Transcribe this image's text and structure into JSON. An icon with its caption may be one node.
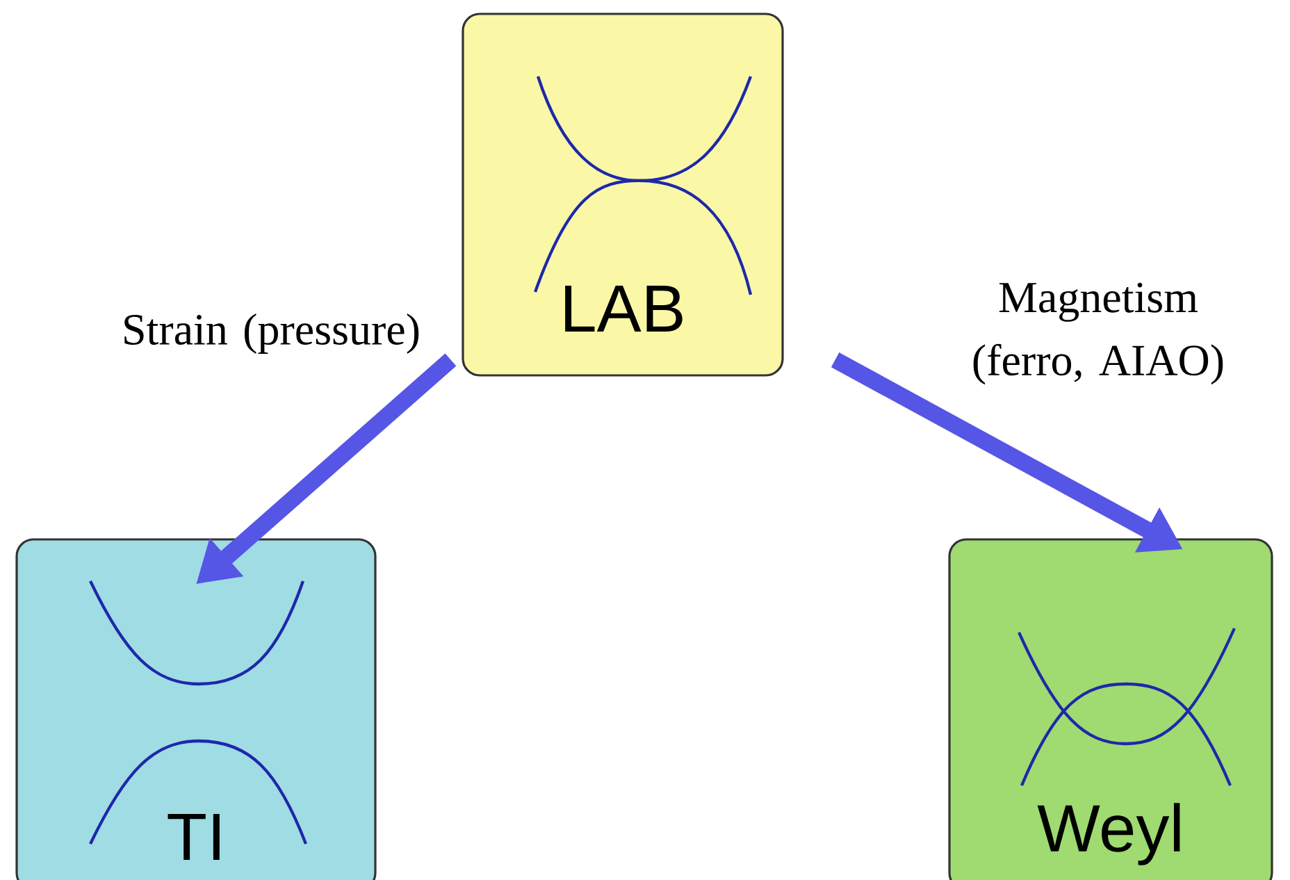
{
  "diagram": {
    "nodes": [
      {
        "text": [
          "LAB"
        ]
      },
      {
        "text": [
          "TI"
        ]
      },
      {
        "text": [
          "Weyl"
        ]
      }
    ],
    "edges": [
      {
        "from": 0,
        "to": 1,
        "arrow": "to",
        "label": "Strain (pressure)"
      },
      {
        "from": 0,
        "to": 2,
        "arrow": "to",
        "label": "Magnetism (ferro, AIAO)"
      }
    ]
  }
}
